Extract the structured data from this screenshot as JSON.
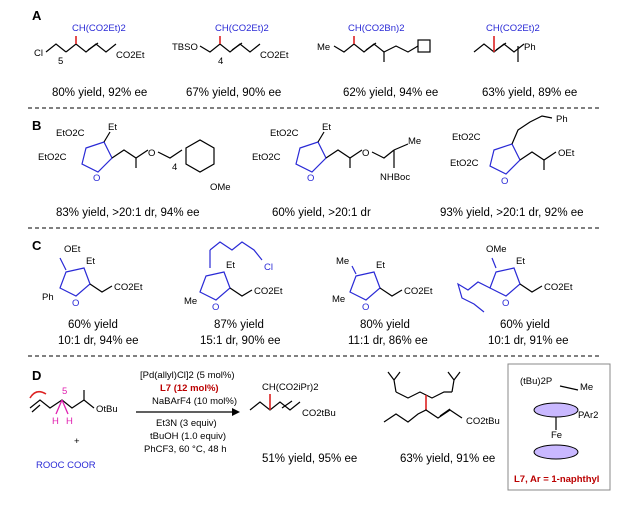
{
  "sections": {
    "a": "A",
    "b": "B",
    "c": "C",
    "d": "D"
  },
  "row_a": {
    "captions": [
      "80% yield, 92% ee",
      "67% yield, 90% ee",
      "62% yield, 94% ee",
      "63% yield, 89% ee"
    ],
    "labels": {
      "cl": "Cl",
      "n5": "5",
      "co2et": "CO2Et",
      "malonate": "CH(CO2Et)2",
      "tbso": "TBSO",
      "n4": "4",
      "malonate_bn": "CH(CO2Bn)2",
      "me": "Me",
      "ph": "Ph"
    }
  },
  "row_b": {
    "captions": [
      "83% yield, >20:1 dr, 94% ee",
      "60% yield, >20:1 dr",
      "93% yield, >20:1 dr, 92% ee"
    ],
    "labels": {
      "eto2c": "EtO2C",
      "et": "Et",
      "ome": "OMe",
      "me": "Me",
      "nhboc": "NHBoc",
      "ph": "Ph",
      "oet": "OEt",
      "n4": "4",
      "o": "O"
    }
  },
  "row_c": {
    "captions": [
      [
        "60% yield",
        "10:1 dr, 94% ee"
      ],
      [
        "87% yield",
        "15:1 dr, 90% ee"
      ],
      [
        "80% yield",
        "11:1 dr, 86% ee"
      ],
      [
        "60% yield",
        "10:1 dr, 91% ee"
      ]
    ],
    "labels": {
      "oet": "OEt",
      "et": "Et",
      "ph": "Ph",
      "co2et": "CO2Et",
      "cl": "Cl",
      "me": "Me",
      "ome": "OMe",
      "o": "O"
    }
  },
  "row_d": {
    "conditions": [
      "[Pd(allyl)Cl]2 (5 mol%)",
      "L7 (12 mol%)",
      "NaBArF4 (10 mol%)",
      "Et3N (3 equiv)",
      "tBuOH (1.0 equiv)",
      "PhCF3, 60 °C, 48 h"
    ],
    "reagents": {
      "plus": "+",
      "malonate": "ROOC   COOR",
      "obu": "OtBu",
      "h": "H",
      "n5": "5"
    },
    "products": [
      {
        "label": "CH(CO2iPr)2",
        "ester": "CO2tBu",
        "caption": "51% yield, 95% ee"
      },
      {
        "ester": "CO2tBu",
        "caption": "63% yield, 91% ee"
      }
    ],
    "ligand": {
      "p": "(tBu)2P",
      "me": "Me",
      "par2": "PAr2",
      "fe": "Fe",
      "caption": "L7, Ar = 1-naphthyl"
    }
  }
}
